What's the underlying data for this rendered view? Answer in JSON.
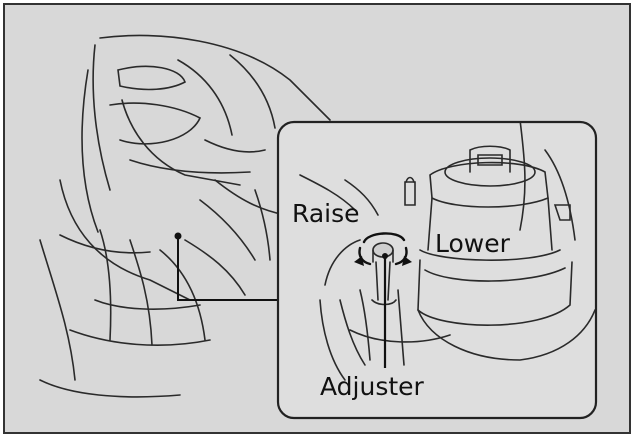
{
  "labels": {
    "raise": "Raise",
    "lower": "Lower",
    "adjuster": "Adjuster"
  },
  "colors": {
    "background": "#d8d8d8",
    "frame": "#333333",
    "inset_background": "#dedede",
    "line_art": "#2a2a2a",
    "callout_line": "#111111"
  }
}
